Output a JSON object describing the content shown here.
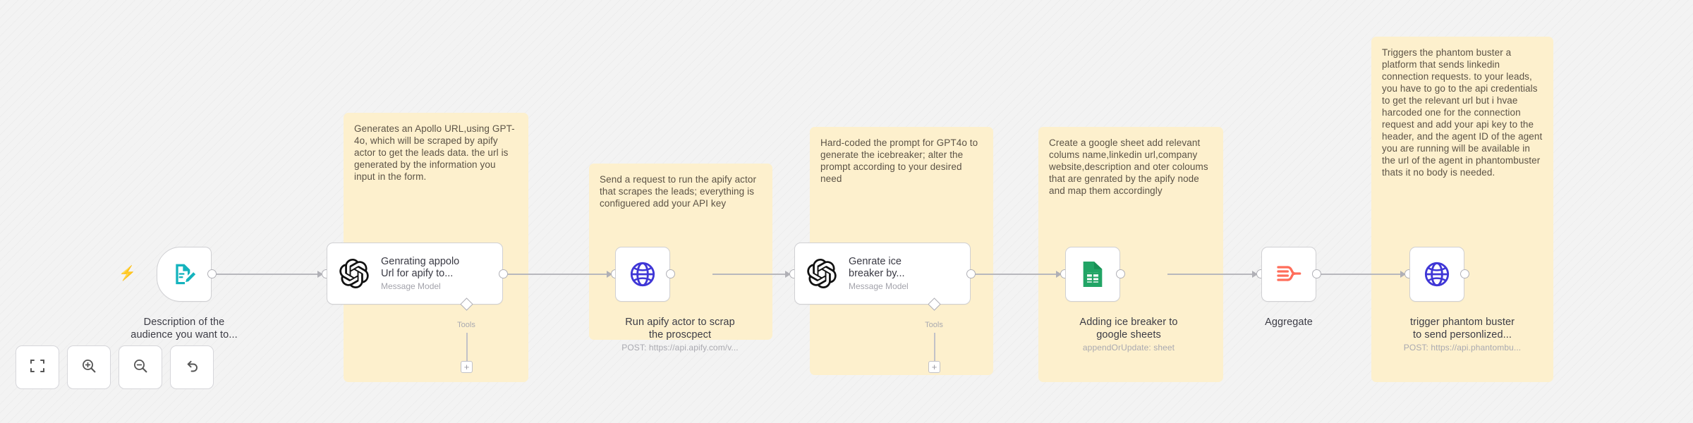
{
  "app": {
    "canvas_label": "n8n workflow canvas",
    "background": "#f3f3f3",
    "sticky_color": "#fdf0cd"
  },
  "sticky_notes": [
    {
      "id": "note-apollo",
      "text": "Generates an Apollo URL,using GPT-4o, which will be scraped by apify actor to get the leads data. the url is generated by the information you input in the form."
    },
    {
      "id": "note-apify",
      "text": "Send a request to run the apify actor that scrapes the leads; everything is configuered add your API key"
    },
    {
      "id": "note-icebreaker",
      "text": "Hard-coded the prompt for GPT4o to generate the icebreaker; alter the prompt according to your desired need"
    },
    {
      "id": "note-sheets",
      "text": "Create a google sheet add relevant colums name,linkedin url,company website,description and oter coloums that are genrated by the apify node and map them accordingly"
    },
    {
      "id": "note-phantom",
      "text": "Triggers the phantom buster a platform that sends linkedin connection requests. to your leads, you have to go to the api credentials to get the relevant url but i hvae harcoded one for the connection request and add your api key to the header, and the agent ID of the agent you are running will be available in the url of the agent in phantombuster thats it no body is needed."
    }
  ],
  "nodes": [
    {
      "id": "form-trigger",
      "icon": "form-edit-icon",
      "icon_color": "#14b3bd",
      "caption": "Description of the",
      "caption_line2": "audience you want to...",
      "sub": ""
    },
    {
      "id": "openai-apollo",
      "icon": "openai-icon",
      "title_line1": "Genrating appolo",
      "title_line2": "Url for apify to...",
      "sub": "Message Model",
      "tools_label": "Tools",
      "tools_plus": "+"
    },
    {
      "id": "http-apify",
      "icon": "globe-icon",
      "icon_color": "#3f36d6",
      "caption": "Run apify actor to scrap",
      "caption_line2": "the proscpect",
      "sub": "POST: https://api.apify.com/v..."
    },
    {
      "id": "openai-icebreaker",
      "icon": "openai-icon",
      "title_line1": "Genrate ice",
      "title_line2": "breaker by...",
      "sub": "Message Model",
      "tools_label": "Tools",
      "tools_plus": "+"
    },
    {
      "id": "google-sheets",
      "icon": "google-sheets-icon",
      "icon_color": "#21a465",
      "caption": "Adding ice breaker to",
      "caption_line2": "google sheets",
      "sub": "appendOrUpdate: sheet"
    },
    {
      "id": "aggregate",
      "icon": "aggregate-icon",
      "icon_color": "#ff6d5a",
      "caption": "Aggregate",
      "caption_line2": "",
      "sub": ""
    },
    {
      "id": "http-phantombuster",
      "icon": "globe-icon",
      "icon_color": "#3f36d6",
      "caption": "trigger phantom buster",
      "caption_line2": "to send personlized...",
      "sub": "POST: https://api.phantombu..."
    }
  ],
  "toolbar": {
    "buttons": [
      {
        "id": "fit-view",
        "icon": "fit-to-view-icon",
        "label": ""
      },
      {
        "id": "zoom-in",
        "icon": "zoom-in-icon",
        "label": ""
      },
      {
        "id": "zoom-out",
        "icon": "zoom-out-icon",
        "label": ""
      },
      {
        "id": "reset-zoom",
        "icon": "undo-arrow-icon",
        "label": ""
      }
    ]
  }
}
